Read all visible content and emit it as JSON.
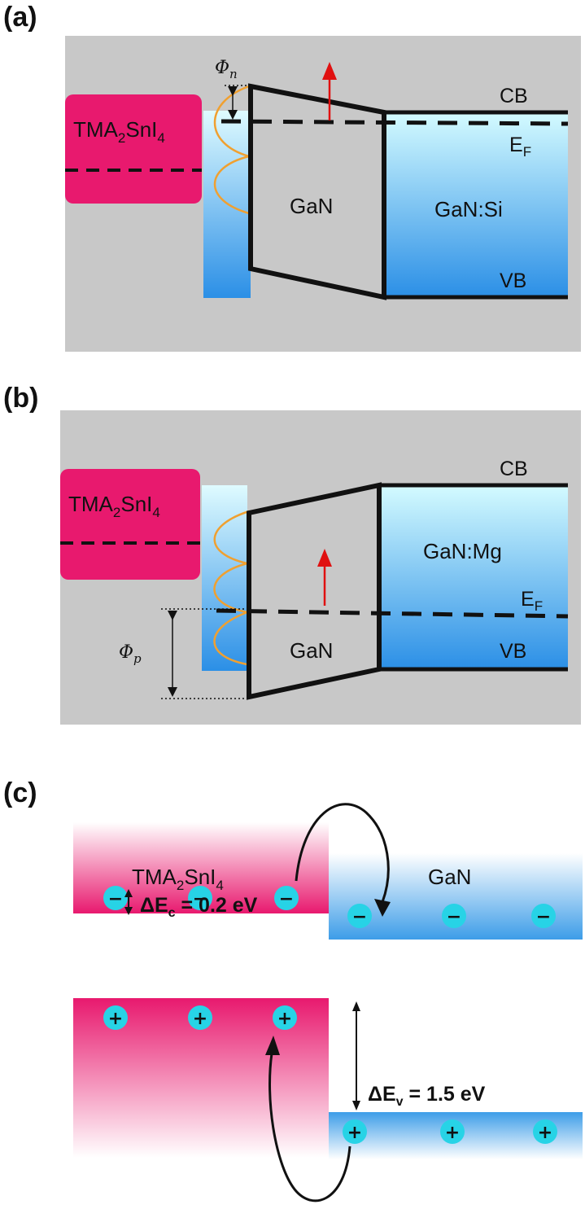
{
  "panels": {
    "a": {
      "label": "(a)",
      "material": "TMA",
      "material_sub2": "2",
      "material_mid": "SnI",
      "material_sub4": "4",
      "gan": "GaN",
      "doped": "GaN:Si",
      "cb": "CB",
      "vb": "VB",
      "ef": "E",
      "ef_sub": "F",
      "phi": "Φ",
      "phi_sub": "n"
    },
    "b": {
      "label": "(b)",
      "material": "TMA",
      "material_sub2": "2",
      "material_mid": "SnI",
      "material_sub4": "4",
      "gan": "GaN",
      "doped": "GaN:Mg",
      "cb": "CB",
      "vb": "VB",
      "ef": "E",
      "ef_sub": "F",
      "phi": "Φ",
      "phi_sub": "p"
    },
    "c": {
      "label": "(c)",
      "material": "TMA",
      "material_sub2": "2",
      "material_mid": "SnI",
      "material_sub4": "4",
      "gan": "GaN",
      "delta_ec_sym": "ΔE",
      "delta_ec_sub": "c",
      "delta_ec_val": " = 0.2 eV",
      "delta_ev_sym": "ΔE",
      "delta_ev_sub": "v",
      "delta_ev_val": " = 1.5 eV",
      "electron": "−",
      "hole": "+"
    }
  },
  "colors": {
    "panel_bg": "#c8c8c8",
    "perovskite": "#e8196e",
    "gan_blue": "#2b8fe6",
    "arrow_red": "#e01010",
    "wave_orange": "#f0a030",
    "charge_cyan": "#27d3e6"
  }
}
